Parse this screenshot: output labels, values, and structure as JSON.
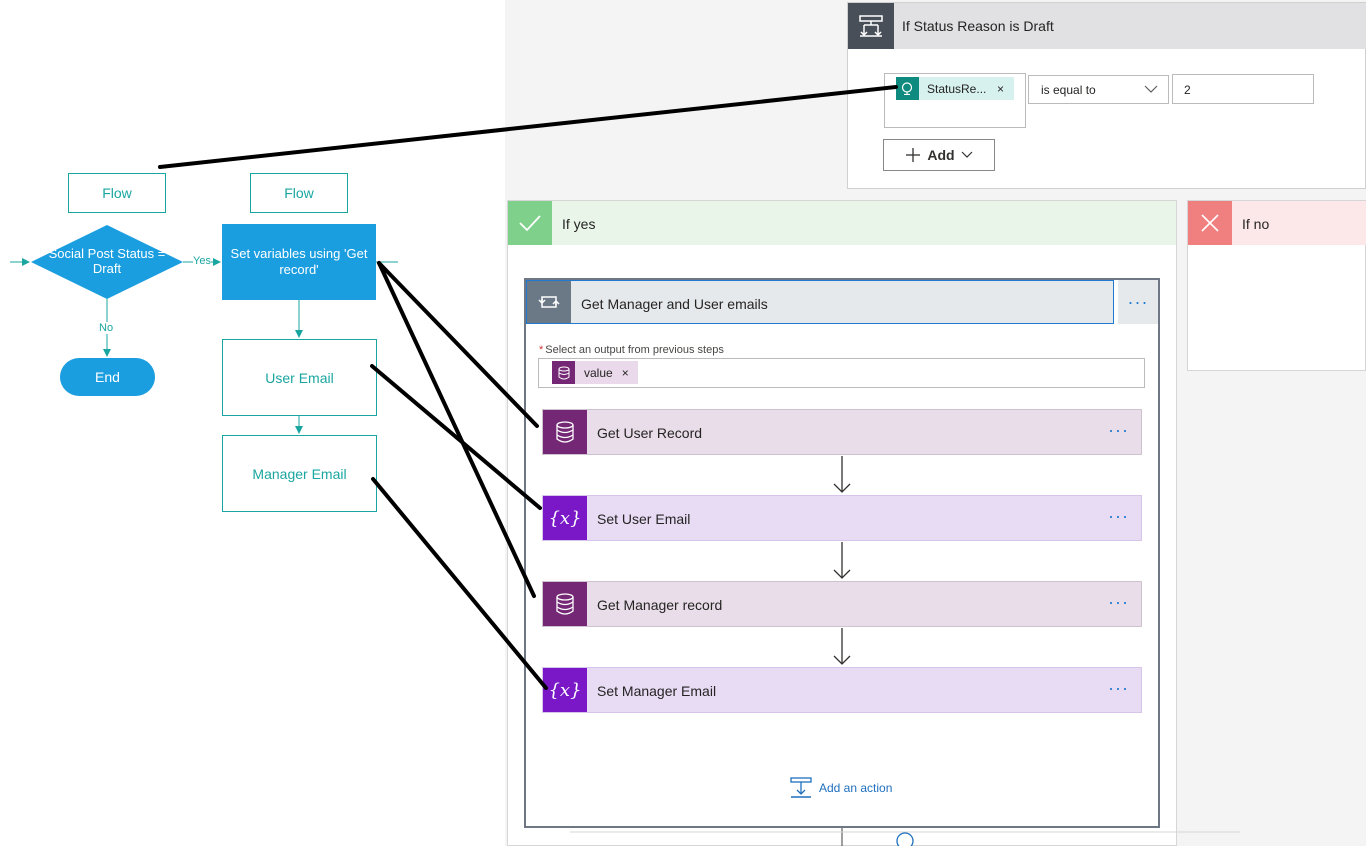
{
  "diagram": {
    "flow_label_1": "Flow",
    "flow_label_2": "Flow",
    "decision": "Social Post Status = Draft",
    "yes_label": "Yes",
    "no_label": "No",
    "end": "End",
    "process": "Set variables using 'Get record'",
    "user_email": "User Email",
    "manager_email": "Manager Email"
  },
  "condition": {
    "title": "If Status Reason is Draft",
    "token_label": "StatusRe...",
    "token_close": "×",
    "operator": "is equal to",
    "value": "2",
    "add_label": "Add"
  },
  "branches": {
    "yes_label": "If yes",
    "no_label": "If no"
  },
  "apply_each": {
    "title": "Get Manager and User emails",
    "more": "···",
    "field_label": "Select an output from previous steps",
    "required_mark": "*",
    "token_label": "value",
    "token_close": "×",
    "add_action": "Add an action"
  },
  "actions": [
    {
      "title": "Get User Record",
      "kind": "dataverse",
      "more": "···"
    },
    {
      "title": "Set User Email",
      "kind": "variable",
      "more": "···",
      "icon_text": "{x}"
    },
    {
      "title": "Get Manager record",
      "kind": "dataverse",
      "more": "···"
    },
    {
      "title": "Set Manager Email",
      "kind": "variable",
      "more": "···",
      "icon_text": "{x}"
    }
  ],
  "colors": {
    "diagram_blue": "#1b9ee0",
    "diagram_teal": "#1aa6a0",
    "dataverse_purple": "#742774",
    "variable_purple": "#7a18c8",
    "yes_green": "#7ed08a",
    "no_red": "#f08080",
    "link_blue": "#1f7ad0"
  }
}
